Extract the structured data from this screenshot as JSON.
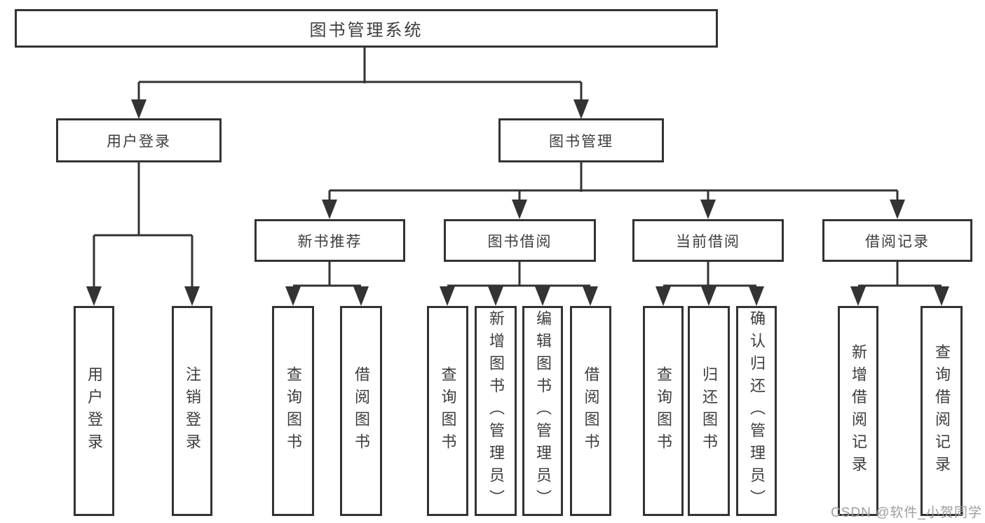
{
  "diagram": {
    "root": {
      "label": "图书管理系统",
      "children": [
        {
          "label": "用户登录",
          "children": [
            {
              "label": "用户登录"
            },
            {
              "label": "注销登录"
            }
          ]
        },
        {
          "label": "图书管理",
          "children": [
            {
              "label": "新书推荐",
              "children": [
                {
                  "label": "查询图书"
                },
                {
                  "label": "借阅图书"
                }
              ]
            },
            {
              "label": "图书借阅",
              "children": [
                {
                  "label": "查询图书"
                },
                {
                  "label": "新增图书（管理员）"
                },
                {
                  "label": "编辑图书（管理员）"
                },
                {
                  "label": "借阅图书"
                }
              ]
            },
            {
              "label": "当前借阅",
              "children": [
                {
                  "label": "查询图书"
                },
                {
                  "label": "归还图书"
                },
                {
                  "label": "确认归还（管理员）"
                }
              ]
            },
            {
              "label": "借阅记录",
              "children": [
                {
                  "label": "新增借阅记录"
                },
                {
                  "label": "查询借阅记录"
                }
              ]
            }
          ]
        }
      ]
    }
  },
  "watermark": {
    "text": "CSDN @软件_小贺同学"
  },
  "colors": {
    "line": "#333333",
    "text": "#3d3d3d",
    "watermark": "#9e9e9e",
    "background": "#ffffff"
  }
}
